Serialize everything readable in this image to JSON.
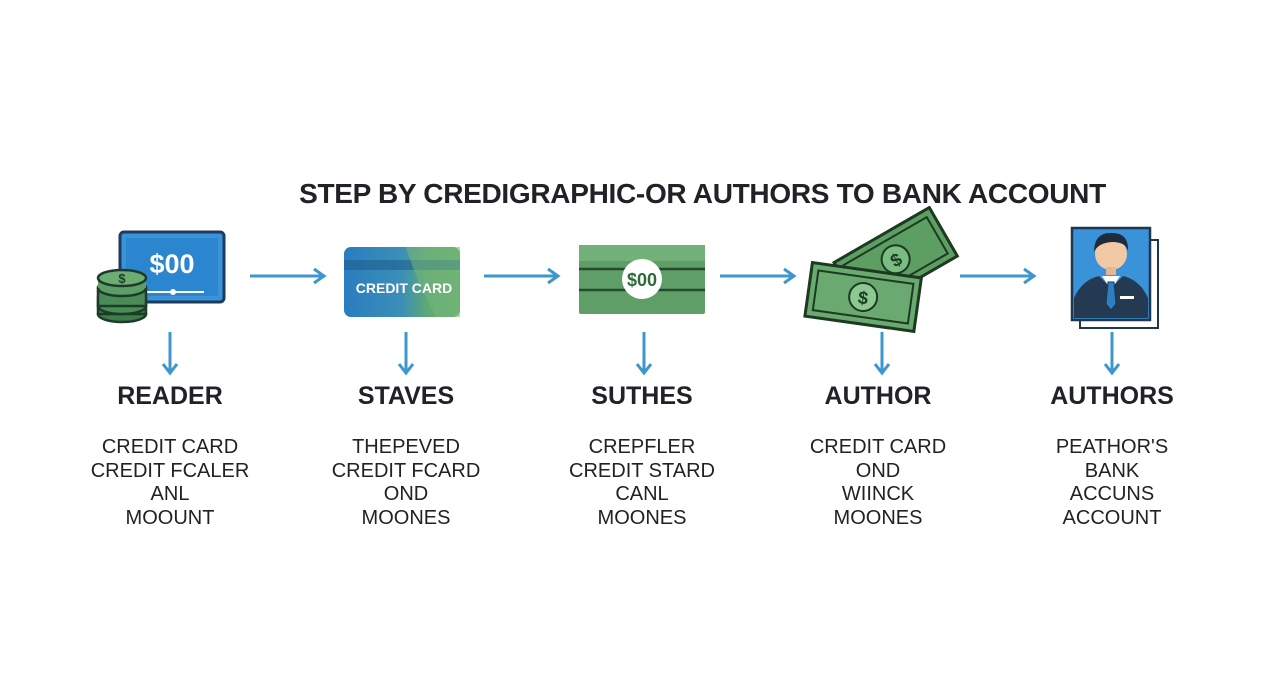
{
  "title": "STEP BY CREDIGRAPHIC-OR AUTHORS TO BANK ACCOUNT",
  "colors": {
    "arrow": "#3d97cc",
    "blue_card": "#2f8fd6",
    "green": "#5b9d62",
    "dark_green": "#2e6a3a",
    "navy": "#243a52"
  },
  "steps": [
    {
      "title": "READER",
      "icon": "coins-and-card-icon",
      "icon_text": "$00",
      "lines": [
        "CREDIT CARD",
        "CREDIT FCALER",
        "ANL",
        "MOOUNT"
      ]
    },
    {
      "title": "STAVES",
      "icon": "credit-card-icon",
      "icon_text": "CREDIT CARD",
      "lines": [
        "THEPEVED",
        "CREDIT FCARD",
        "OND",
        "MOONES"
      ]
    },
    {
      "title": "SUTHES",
      "icon": "banknote-icon",
      "icon_text": "$00",
      "lines": [
        "CREPFLER",
        "CREDIT STARD",
        "CANL",
        "MOONES"
      ]
    },
    {
      "title": "AUTHOR",
      "icon": "dollar-bills-icon",
      "icon_text": "$",
      "lines": [
        "CREDIT CARD",
        "OND",
        "WIINCK",
        "MOONES"
      ]
    },
    {
      "title": "AUTHORS",
      "icon": "banker-portrait-icon",
      "icon_text": "",
      "lines": [
        "PEATHOR'S",
        "BANK",
        "ACCUNS",
        "ACCOUNT"
      ]
    }
  ]
}
